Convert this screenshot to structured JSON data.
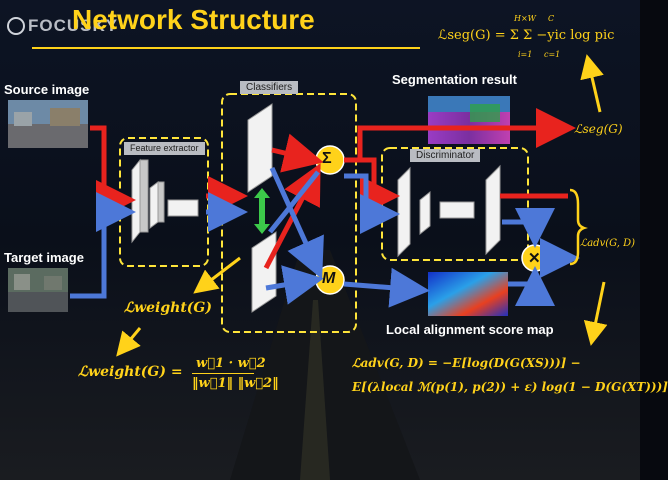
{
  "title": "Network Structure",
  "watermark": "FOCUSKY",
  "labels": {
    "source_image": "Source image",
    "target_image": "Target image",
    "feature_extractor": "Feature extractor",
    "classifiers": "Classifiers",
    "segmentation_result": "Segmentation result",
    "discriminator": "Discriminator",
    "local_alignment": "Local alignment score map",
    "sum_symbol": "Σ",
    "m_symbol": "M",
    "x_symbol": "✕"
  },
  "formulas": {
    "seg_top": "ℒseg(G) = Σ Σ −yic log pic",
    "seg_top_sum_upper_1": "H×W",
    "seg_top_sum_lower_1": "i=1",
    "seg_top_sum_upper_2": "C",
    "seg_top_sum_lower_2": "c=1",
    "seg_right": "ℒseg(G)",
    "adv_right": "ℒadv(G, D)",
    "weight_mid": "ℒweight(G)",
    "weight_full_lhs": "ℒweight(G) =",
    "weight_full_num": "w⃗1 · w⃗2",
    "weight_full_den": "‖w⃗1‖ ‖w⃗2‖",
    "adv_line1": "ℒadv(G, D) = −E[log(D(G(XS)))] −",
    "adv_line2": "E[(λlocal ℳ(p(1), p(2)) + ε) log(1 − D(G(XT)))]"
  },
  "colors": {
    "accent": "#ffd21a",
    "source_arrow": "#e8231e",
    "target_arrow": "#4d78d8",
    "node_fill": "#ffd21a",
    "dashed_box": "#ffe53a",
    "green_arrow": "#3cc94a"
  }
}
